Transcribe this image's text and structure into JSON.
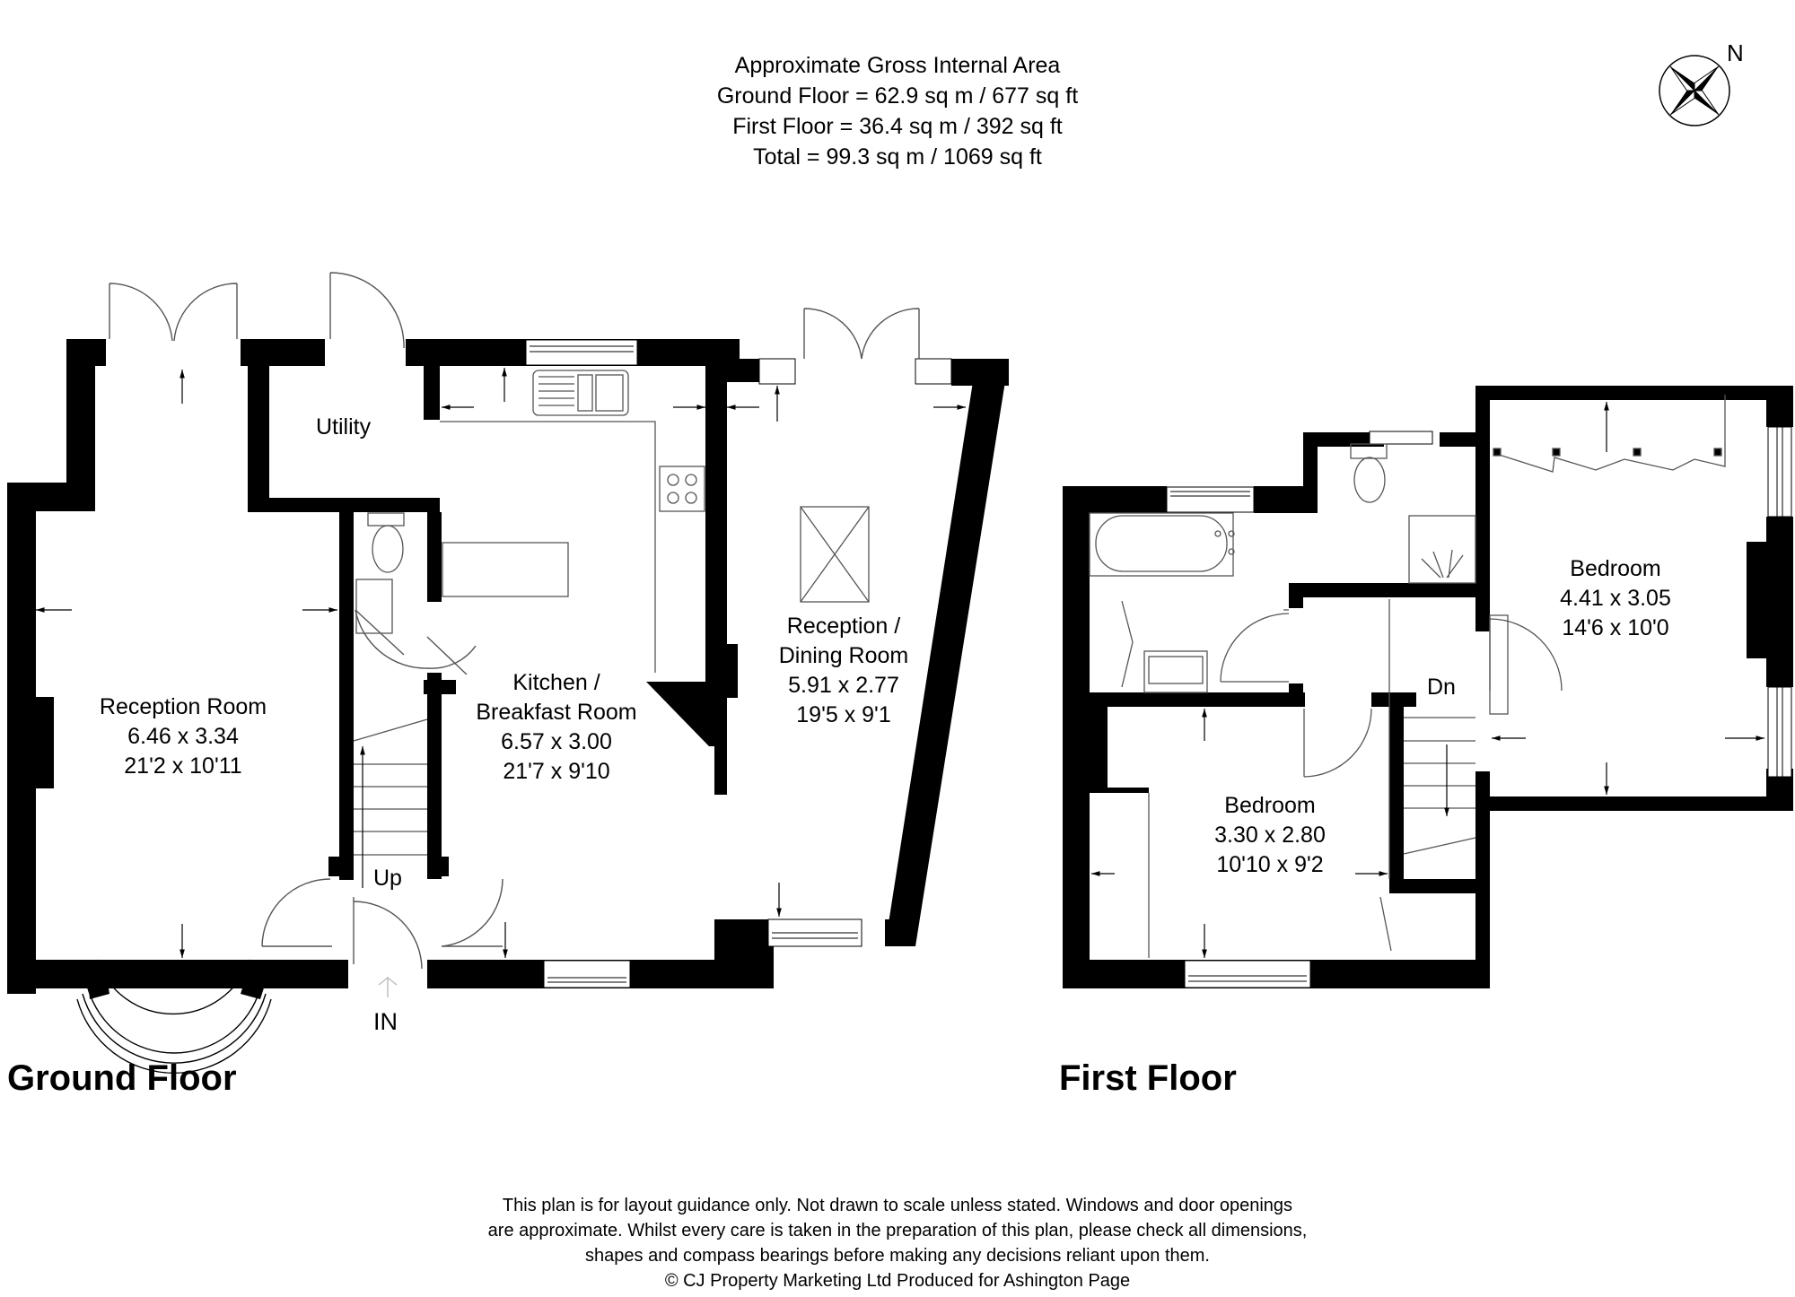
{
  "area_summary": {
    "heading": "Approximate Gross Internal Area",
    "ground_floor": "Ground Floor = 62.9 sq m / 677 sq ft",
    "first_floor": "First Floor = 36.4 sq m / 392 sq ft",
    "total": "Total = 99.3 sq m / 1069 sq ft"
  },
  "compass": {
    "icon": "compass-rose-icon",
    "label": "N"
  },
  "ground_floor": {
    "title": "Ground Floor",
    "rooms": [
      {
        "name": "Reception Room",
        "metric": "6.46 x 3.34",
        "imperial": "21'2 x 10'11"
      },
      {
        "name_line1": "Kitchen /",
        "name_line2": "Breakfast Room",
        "metric": "6.57 x 3.00",
        "imperial": "21'7 x 9'10"
      },
      {
        "name_line1": "Reception /",
        "name_line2": "Dining Room",
        "metric": "5.91 x 2.77",
        "imperial": "19'5 x 9'1"
      },
      {
        "name": "Utility"
      }
    ],
    "stairs_label": "Up",
    "entrance_label": "IN"
  },
  "first_floor": {
    "title": "First Floor",
    "rooms": [
      {
        "name": "Bedroom",
        "metric": "4.41 x 3.05",
        "imperial": "14'6 x 10'0"
      },
      {
        "name": "Bedroom",
        "metric": "3.30 x 2.80",
        "imperial": "10'10 x 9'2"
      }
    ],
    "stairs_label": "Dn"
  },
  "disclaimer": {
    "line1": "This plan is for layout guidance only. Not drawn to scale unless stated. Windows and door openings",
    "line2": "are approximate. Whilst every care is taken in the preparation of this plan, please check all dimensions,",
    "line3": "shapes and compass bearings before making any decisions reliant upon them.",
    "line4": "© CJ Property Marketing Ltd Produced for Ashington Page"
  },
  "colors": {
    "wall": "#000000",
    "fixture_line": "#555555",
    "background": "#ffffff"
  }
}
